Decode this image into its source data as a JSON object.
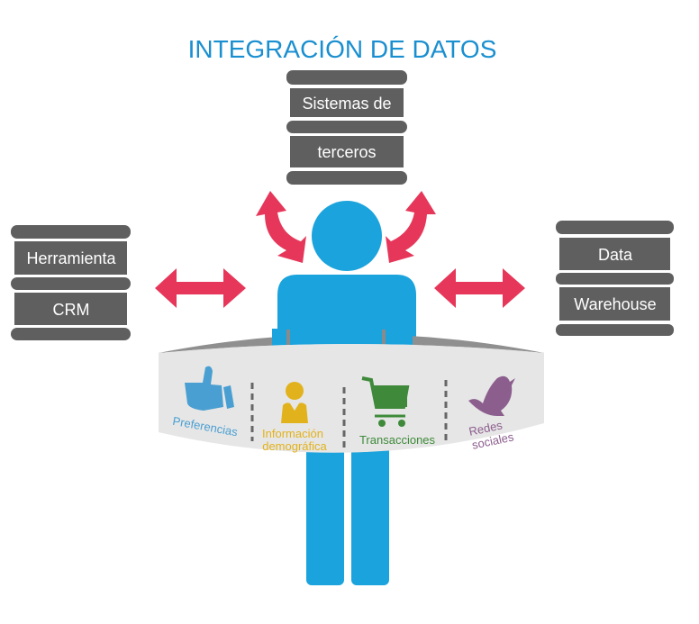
{
  "title": "INTEGRACIÓN DE DATOS",
  "databases": {
    "top": {
      "line1": "Sistemas de",
      "line2": "terceros"
    },
    "left": {
      "line1": "Herramienta",
      "line2": "CRM"
    },
    "right": {
      "line1": "Data",
      "line2": "Warehouse"
    }
  },
  "belt": {
    "preferencias": "Preferencias",
    "info_line1": "Información",
    "info_line2": "demográfica",
    "transacciones": "Transacciones",
    "redes_line1": "Redes",
    "redes_line2": "sociales"
  },
  "colors": {
    "title": "#1a8fd0",
    "person": "#1aa3dc",
    "db": "#5f5f60",
    "arrow": "#e6375a",
    "pref": "#4a9fd2",
    "info": "#e2b21c",
    "trans": "#3e8a3a",
    "redes": "#8c5e8e"
  }
}
